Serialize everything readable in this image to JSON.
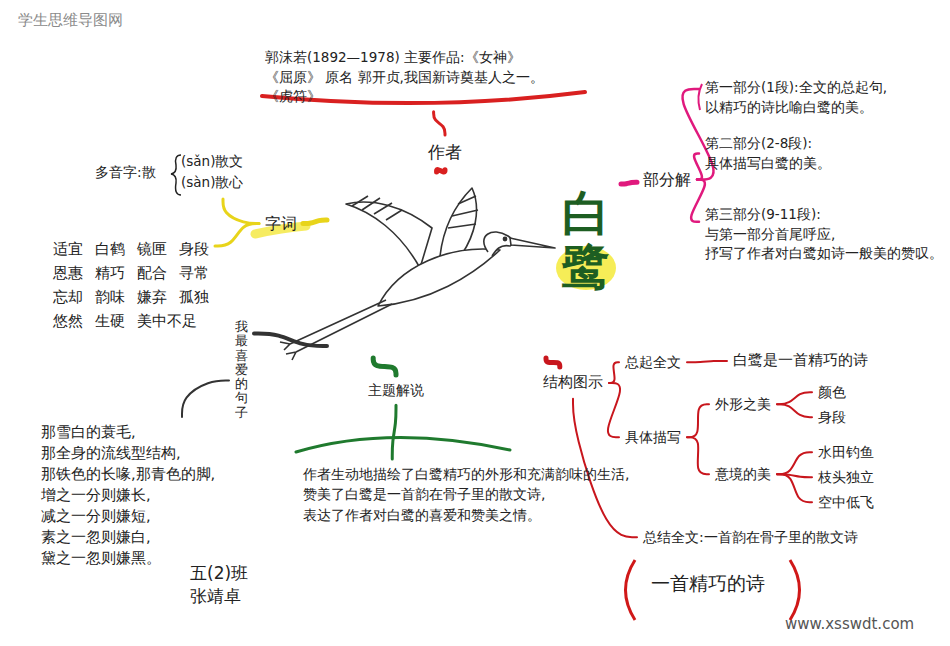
{
  "diagram": {
    "nodes": [
      {
        "text": [
          "白鹭"
        ]
      },
      {
        "text": [
          "作者"
        ]
      },
      {
        "text": [
          "郭沫若(1892—1978) 主要作品:《女神》《屈原》 原名 郭开贞,我国新诗奠基人之一。《虎符》"
        ]
      },
      {
        "text": [
          "部分解"
        ]
      },
      {
        "text": [
          "第一部分(1段):全文的总起句,以精巧的诗比喻白鹭的美。"
        ]
      },
      {
        "text": [
          "第二部分(2-8段):具体描写白鹭的美。"
        ]
      },
      {
        "text": [
          "第三部分(9-11段):与第一部分首尾呼应,抒写了作者对白鹭如诗一般美的赞叹。"
        ]
      },
      {
        "text": [
          "结构图示"
        ]
      },
      {
        "text": [
          "总起全文"
        ]
      },
      {
        "text": [
          "白鹭是一首精巧的诗"
        ]
      },
      {
        "text": [
          "具体描写"
        ]
      },
      {
        "text": [
          "外形之美"
        ]
      },
      {
        "text": [
          "颜色"
        ]
      },
      {
        "text": [
          "身段"
        ]
      },
      {
        "text": [
          "意境的美"
        ]
      },
      {
        "text": [
          "水田钓鱼"
        ]
      },
      {
        "text": [
          "枝头独立"
        ]
      },
      {
        "text": [
          "空中低飞"
        ]
      },
      {
        "text": [
          "总结全文:一首韵在骨子里的散文诗"
        ]
      },
      {
        "text": [
          "一首精巧的诗"
        ]
      },
      {
        "text": [
          "主题解说"
        ]
      },
      {
        "text": [
          "作者生动地描绘了白鹭精巧的外形和充满韵味的生活,赞美了白鹭是一首韵在骨子里的散文诗,表达了作者对白鹭的喜爱和赞美之情。"
        ]
      },
      {
        "text": [
          "我最喜爱的句子"
        ]
      },
      {
        "text": [
          "那雪白的蓑毛,那全身的流线型结构,那铁色的长喙,那青色的脚,增之一分则嫌长,减之一分则嫌短,素之一忽则嫌白,黛之一忽则嫌黑。"
        ]
      },
      {
        "text": [
          "字词"
        ]
      },
      {
        "text": [
          "多音字:散",
          "(sǎn)散文",
          "(sàn)散心"
        ]
      },
      {
        "text": [
          "适宜 白鹤 镜匣 身段 恩惠 精巧 配合 寻常 忘却 韵味 嫌弃 孤独 悠然 生硬 美中不足"
        ]
      }
    ],
    "edges": [
      {
        "from": 0,
        "to": 1,
        "arrow": "none"
      },
      {
        "from": 1,
        "to": 2,
        "arrow": "none"
      },
      {
        "from": 0,
        "to": 3,
        "arrow": "none"
      },
      {
        "from": 3,
        "to": 4,
        "arrow": "none"
      },
      {
        "from": 3,
        "to": 5,
        "arrow": "none"
      },
      {
        "from": 3,
        "to": 6,
        "arrow": "none"
      },
      {
        "from": 0,
        "to": 7,
        "arrow": "none"
      },
      {
        "from": 7,
        "to": 8,
        "arrow": "none"
      },
      {
        "from": 8,
        "to": 9,
        "arrow": "none"
      },
      {
        "from": 7,
        "to": 10,
        "arrow": "none"
      },
      {
        "from": 10,
        "to": 11,
        "arrow": "none"
      },
      {
        "from": 11,
        "to": 12,
        "arrow": "none"
      },
      {
        "from": 11,
        "to": 13,
        "arrow": "none"
      },
      {
        "from": 10,
        "to": 14,
        "arrow": "none"
      },
      {
        "from": 14,
        "to": 15,
        "arrow": "none"
      },
      {
        "from": 14,
        "to": 16,
        "arrow": "none"
      },
      {
        "from": 14,
        "to": 17,
        "arrow": "none"
      },
      {
        "from": 7,
        "to": 18,
        "arrow": "none"
      },
      {
        "from": 0,
        "to": 20,
        "arrow": "none"
      },
      {
        "from": 20,
        "to": 21,
        "arrow": "none"
      },
      {
        "from": 0,
        "to": 22,
        "arrow": "none"
      },
      {
        "from": 22,
        "to": 23,
        "arrow": "none"
      },
      {
        "from": 0,
        "to": 24,
        "arrow": "none"
      },
      {
        "from": 24,
        "to": 25,
        "arrow": "none"
      },
      {
        "from": 24,
        "to": 26,
        "arrow": "none"
      }
    ],
    "labels": [
      "学生思维导图网",
      "五(2)班 张靖卓",
      "www.xsswdt.com"
    ]
  }
}
